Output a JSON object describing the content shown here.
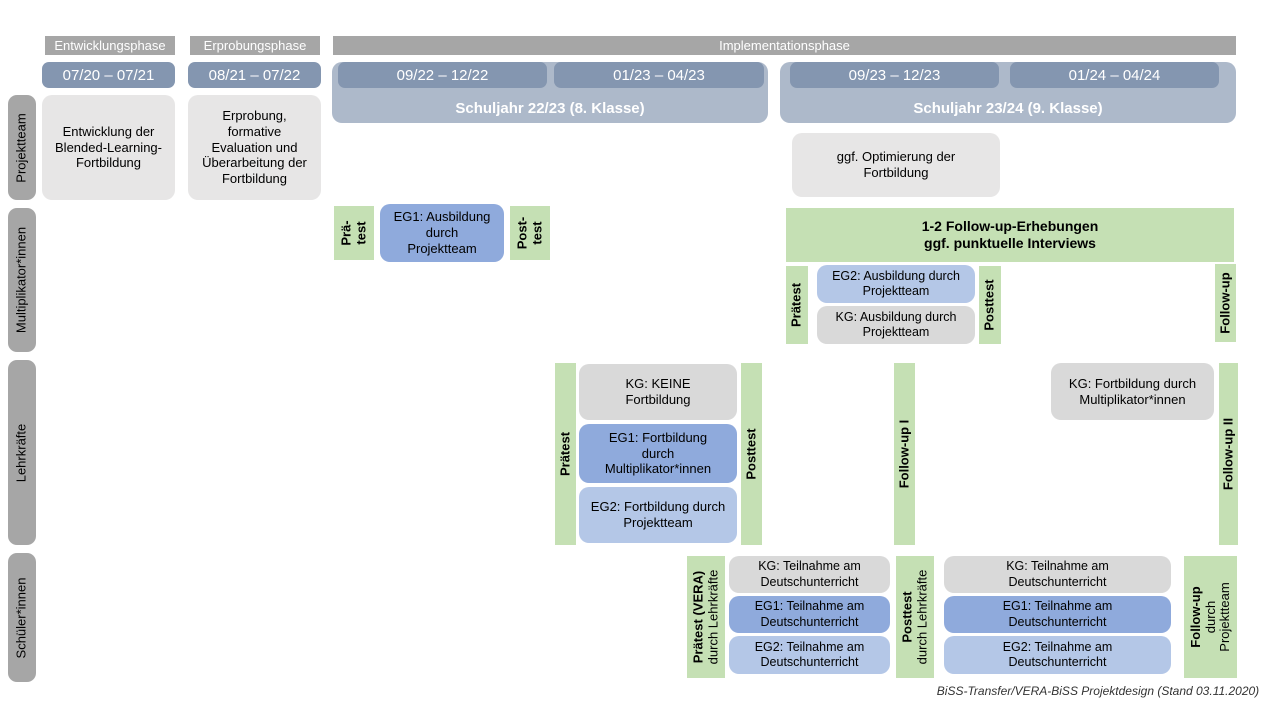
{
  "header": {
    "phases": {
      "entwicklung": "Entwicklungsphase",
      "erprobung": "Erprobungsphase",
      "implementation": "Implementationsphase"
    },
    "periods": {
      "p1": "07/20 – 07/21",
      "p2": "08/21 – 07/22",
      "p3": "09/22 – 12/22",
      "p4": "01/23 – 04/23",
      "p5": "09/23 – 12/23",
      "p6": "01/24 – 04/24"
    },
    "school_years": {
      "y1": "Schuljahr 22/23 (8. Klasse)",
      "y2": "Schuljahr 23/24 (9. Klasse)"
    }
  },
  "sidebar": {
    "projektteam": "Projektteam",
    "multiplikatoren": "Multiplikator*innen",
    "lehrkraefte": "Lehrkräfte",
    "schueler": "Schüler*innen"
  },
  "projektteam_row": {
    "entwicklung": "Entwicklung der Blended-Learning-Fortbildung",
    "erprobung": "Erprobung, formative Evaluation und Überarbeitung der Fortbildung",
    "optimierung": "ggf. Optimierung der Fortbildung"
  },
  "multiplikatoren_row": {
    "praetest_l1": "Prä-",
    "praetest_l2": "test",
    "eg1": "EG1: Ausbildung durch Projektteam",
    "posttest_l1": "Post-",
    "posttest_l2": "test",
    "followup_heading_l1": "1-2 Follow-up-Erhebungen",
    "followup_heading_l2": "ggf. punktuelle Interviews",
    "praetest2": "Prätest",
    "eg2": "EG2: Ausbildung durch Projektteam",
    "kg": "KG: Ausbildung durch Projektteam",
    "posttest2": "Posttest",
    "followup": "Follow-up"
  },
  "lehrkraefte_row": {
    "praetest": "Prätest",
    "kg": "KG: KEINE Fortbildung",
    "eg1": "EG1: Fortbildung durch Multiplikator*innen",
    "eg2": "EG2: Fortbildung durch Projektteam",
    "posttest": "Posttest",
    "followup1": "Follow-up I",
    "kg_fortbildung": "KG: Fortbildung durch Multiplikator*innen",
    "followup2": "Follow-up II"
  },
  "schueler_row": {
    "praetest_bold": "Prätest (VERA)",
    "praetest_sub": "durch Lehrkräfte",
    "kg1": "KG: Teilnahme am Deutschunterricht",
    "eg1_1": "EG1: Teilnahme am Deutschunterricht",
    "eg2_1": "EG2: Teilnahme am Deutschunterricht",
    "posttest_bold": "Posttest",
    "posttest_sub": "durch Lehrkräfte",
    "kg2": "KG: Teilnahme am Deutschunterricht",
    "eg1_2": "EG1: Teilnahme am Deutschunterricht",
    "eg2_2": "EG2: Teilnahme am Deutschunterricht",
    "followup_bold": "Follow-up",
    "followup_l2": "durch",
    "followup_l3": "Projektteam"
  },
  "footer": {
    "caption": "BiSS-Transfer/VERA-BiSS Projektdesign (Stand 03.11.2020)"
  },
  "colors": {
    "phase_bar": "#a6a6a6",
    "period_bar": "#8496b0",
    "school_year_container": "#adb9ca",
    "sidebar_bar": "#a6a6a6",
    "neutral_box": "#e7e6e6",
    "kg_box": "#d9d9d9",
    "eg1_box": "#8faadc",
    "eg2_box": "#b4c7e7",
    "test_green": "#c5e0b4"
  }
}
